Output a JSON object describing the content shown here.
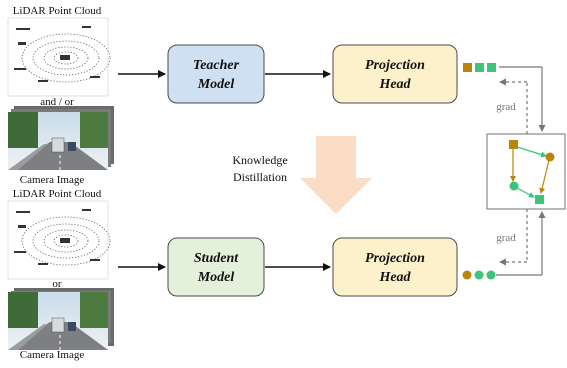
{
  "inputs": {
    "top_lidar_label": "LiDAR Point Cloud",
    "top_connector": "and / or",
    "top_camera_label": "Camera Image",
    "bottom_lidar_label": "LiDAR Point Cloud",
    "bottom_connector": "or",
    "bottom_camera_label": "Camera Image"
  },
  "teacher": {
    "model_line1": "Teacher",
    "model_line2": "Model",
    "head_line1": "Projection",
    "head_line2": "Head"
  },
  "student": {
    "model_line1": "Student",
    "model_line2": "Model",
    "head_line1": "Projection",
    "head_line2": "Head"
  },
  "distillation": {
    "line1": "Knowledge",
    "line2": "Distillation"
  },
  "grad": {
    "top_label": "grad",
    "bottom_label": "grad"
  },
  "colors": {
    "teacher_fill": "#cfe0f3",
    "student_fill": "#e3f0da",
    "head_fill": "#fdf1cc",
    "brown": "#b8860b",
    "green": "#3cc47a",
    "arrow_fill": "#fbdcc4"
  }
}
